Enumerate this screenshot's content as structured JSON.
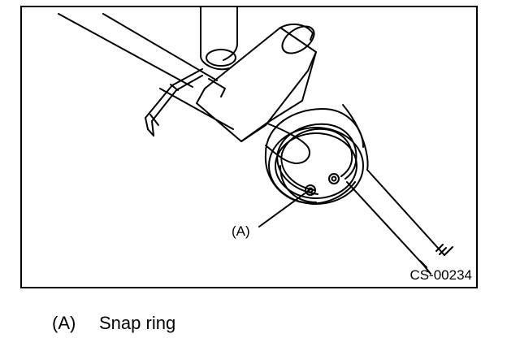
{
  "figure": {
    "callout_label": "(A)",
    "figure_code": "CS-00234"
  },
  "legend": {
    "items": [
      {
        "key": "(A)",
        "text": "Snap ring"
      }
    ]
  },
  "colors": {
    "line": "#000000",
    "background": "#ffffff"
  }
}
